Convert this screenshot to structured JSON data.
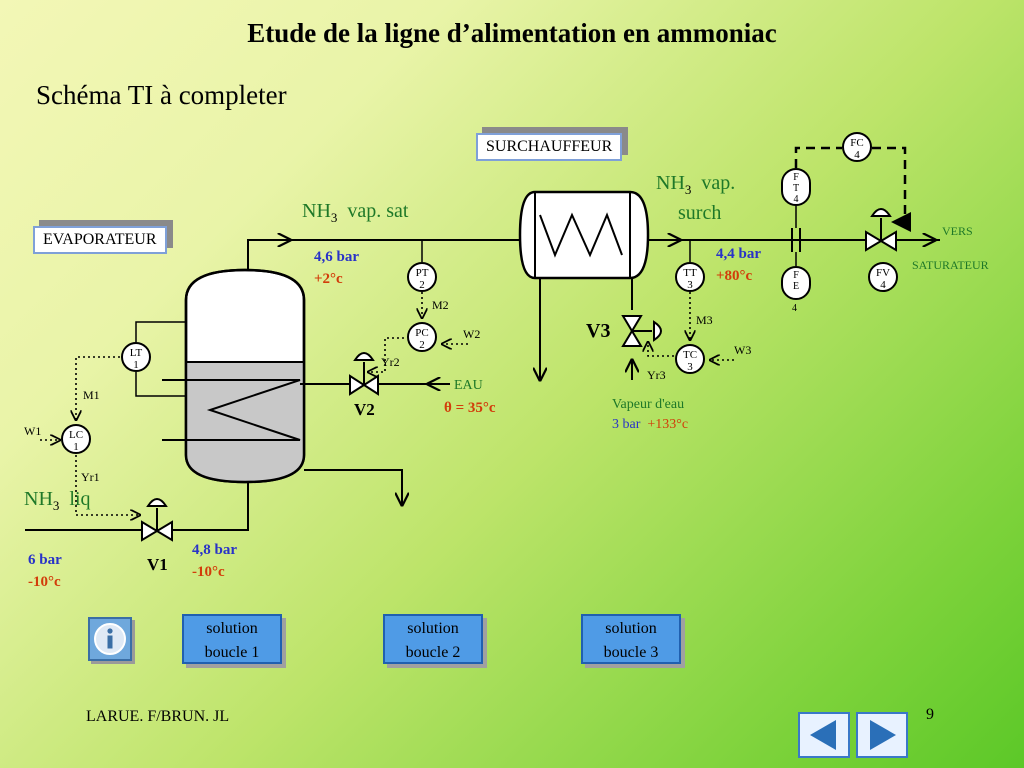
{
  "title": "Etude de la ligne d’alimentation en ammoniac",
  "subtitle": "Schéma TI   à completer",
  "boxes": {
    "evaporateur": "EVAPORATEUR",
    "surchauffeur": "SURCHAUFFEUR"
  },
  "streams": {
    "nh3": "NH",
    "sub3": "3",
    "vap_sat": "vap. sat",
    "vap": "vap.",
    "surch": "surch",
    "liq": "liq",
    "vers": "VERS",
    "saturateur": "SATURATEUR",
    "eau": "EAU",
    "theta": "θ = 35°c",
    "vapeur_eau": "Vapeur d'eau",
    "vapeur_p": "3 bar",
    "vapeur_t": "+133°c"
  },
  "conditions": {
    "p1": "4,6 bar",
    "t1": "+2°c",
    "p2": "4,4 bar",
    "t2": "+80°c",
    "p3": "6 bar",
    "t3": "-10°c",
    "p4": "4,8 bar",
    "t4": "-10°c"
  },
  "instruments": {
    "pt2": [
      "PT",
      "2"
    ],
    "pc2": [
      "PC",
      "2"
    ],
    "tt3": [
      "TT",
      "3"
    ],
    "tc3": [
      "TC",
      "3"
    ],
    "lt1": [
      "LT",
      "1"
    ],
    "lc1": [
      "LC",
      "1"
    ],
    "fc4": [
      "FC",
      "4"
    ],
    "fv4": [
      "FV",
      "4"
    ],
    "ft4": [
      "F",
      "T",
      "4"
    ],
    "fe4": [
      "F",
      "E",
      "4"
    ]
  },
  "signals": {
    "m1": "M1",
    "m2": "M2",
    "m3": "M3",
    "w1": "W1",
    "w2": "W2",
    "w3": "W3",
    "yr1": "Yr1",
    "yr2": "Yr2",
    "yr3": "Yr3"
  },
  "valves": {
    "v1": "V1",
    "v2": "V2",
    "v3": "V3"
  },
  "buttons": {
    "sol1": [
      "solution",
      "boucle 1"
    ],
    "sol2": [
      "solution",
      "boucle 2"
    ],
    "sol3": [
      "solution",
      "boucle 3"
    ]
  },
  "footer": {
    "authors": "LARUE. F/BRUN. JL",
    "page": "9"
  },
  "icons": {
    "info": "info-icon",
    "prev": "arrow-left-icon",
    "next": "arrow-right-icon"
  },
  "colors": {
    "accent_blue": "#2832c8",
    "accent_red": "#d23c0a",
    "button": "#4f9be6",
    "nav_arrow": "#2a6fb8"
  }
}
